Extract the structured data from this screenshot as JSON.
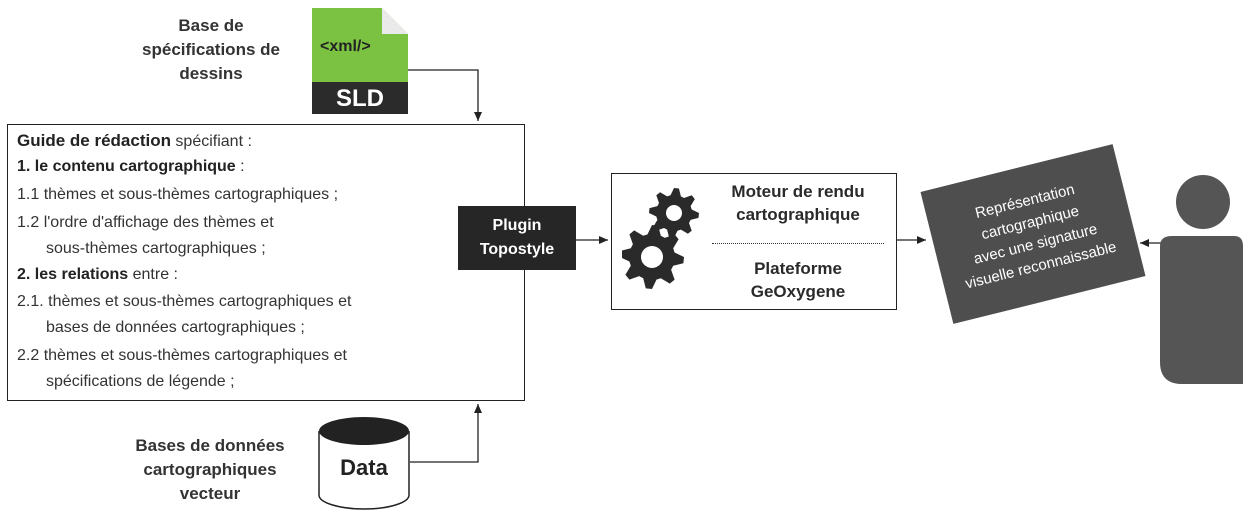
{
  "sld_caption": {
    "line1": "Base de",
    "line2": "spécifications de",
    "line3": "dessins"
  },
  "sld_icon": {
    "tag": "<xml/>",
    "label": "SLD",
    "icon": "xml-document-icon",
    "color": "#7cc242"
  },
  "guide": {
    "title_bold": "Guide de rédaction",
    "title_rest": " spécifiant :",
    "s1_bold": "1. le contenu cartographique",
    "s1_rest": " :",
    "l1_1": "1.1 thèmes et sous-thèmes cartographiques ;",
    "l1_2a": "1.2 l'ordre d'affichage des thèmes et",
    "l1_2b": "sous-thèmes cartographiques ;",
    "s2_bold": "2. les relations",
    "s2_rest": " entre  :",
    "l2_1a": "2.1. thèmes et sous-thèmes cartographiques et",
    "l2_1b": "bases de données cartographiques ;",
    "l2_2a": "2.2 thèmes et sous-thèmes cartographiques et",
    "l2_2b": "spécifications de légende ;"
  },
  "plugin": {
    "line1": "Plugin",
    "line2": "Topostyle"
  },
  "engine": {
    "title1": "Moteur de rendu",
    "title2": "cartographique",
    "platform1": "Plateforme",
    "platform2": "GeOxygene",
    "icon": "gears-icon"
  },
  "output": {
    "line1": "Représentation",
    "line2": "cartographique",
    "line3": "avec une signature",
    "line4": "visuelle reconnaissable"
  },
  "db_caption": {
    "line1": "Bases de données",
    "line2": "cartographiques",
    "line3": "vecteur"
  },
  "db_icon": {
    "label": "Data",
    "icon": "database-icon"
  },
  "user": {
    "icon": "person-icon",
    "color": "#555555"
  }
}
